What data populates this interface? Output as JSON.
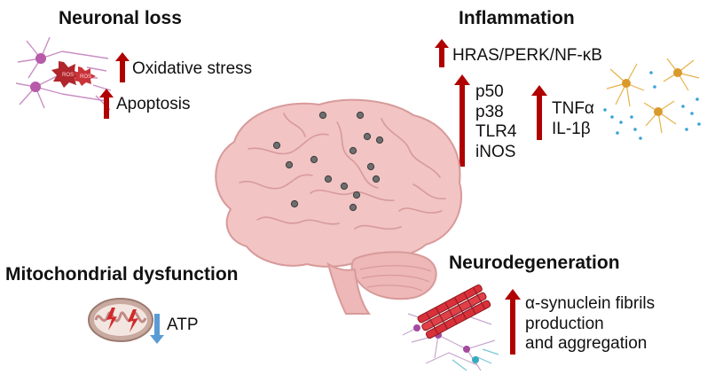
{
  "sections": {
    "neuronal_loss": {
      "title": "Neuronal loss",
      "items": [
        "Oxidative stress",
        "Apoptosis"
      ],
      "arrow_direction": "up",
      "arrow_color": "#b00000"
    },
    "inflammation": {
      "title": "Inflammation",
      "pathway": "HRAS/PERK/NF-κB",
      "markers_left": [
        "p50",
        "p38",
        "TLR4",
        "iNOS"
      ],
      "markers_right": [
        "TNFα",
        "IL-1β"
      ],
      "arrow_direction": "up",
      "arrow_color": "#b00000"
    },
    "mitochondrial_dysfunction": {
      "title": "Mitochondrial dysfunction",
      "items": [
        "ATP"
      ],
      "arrow_direction": "down",
      "arrow_color": "#5b9bd5"
    },
    "neurodegeneration": {
      "title": "Neurodegeneration",
      "items": [
        "α-synuclein fibrils",
        "production",
        "and aggregation"
      ],
      "arrow_direction": "up",
      "arrow_color": "#b00000"
    }
  },
  "icons": {
    "center": "brain-icon",
    "neuronal_loss": "damaged-neurons-icon",
    "inflammation": "microglia-icon",
    "mitochondria": "mitochondrion-icon",
    "neurodegeneration": "synuclein-fibril-icon"
  },
  "colors": {
    "up_arrow": "#b00000",
    "down_arrow": "#5b9bd5",
    "brain": "#f2c4c4"
  }
}
